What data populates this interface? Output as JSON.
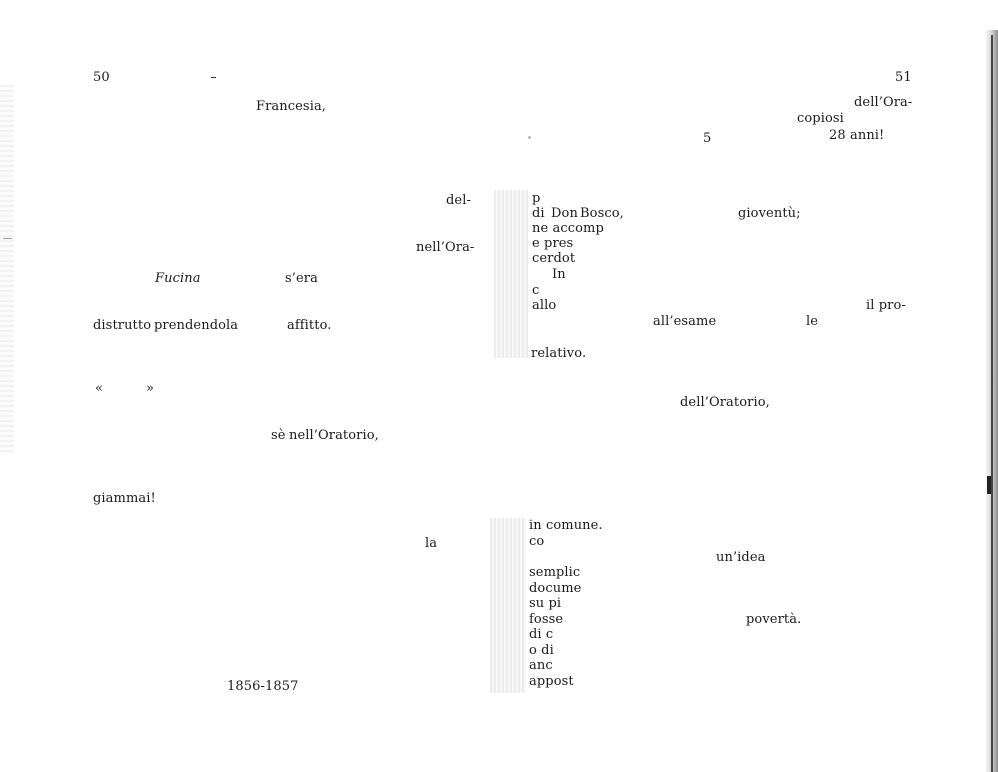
{
  "left_page": {
    "page_number": "50",
    "lines": [
      {
        "id": "l1",
        "text": "Francesia,"
      },
      {
        "id": "l2",
        "text": "del-"
      },
      {
        "id": "l3",
        "text": "nell’Ora-"
      },
      {
        "id": "l4",
        "text": "Fucina"
      },
      {
        "id": "l5",
        "text": "s’era"
      },
      {
        "id": "l6",
        "text": "distrutto"
      },
      {
        "id": "l7",
        "text": "prendendola"
      },
      {
        "id": "l8",
        "text": "affitto."
      },
      {
        "id": "l9",
        "text": "«"
      },
      {
        "id": "l10",
        "text": "»"
      },
      {
        "id": "l11",
        "text": "sè"
      },
      {
        "id": "l12",
        "text": "nell’Oratorio,"
      },
      {
        "id": "l13",
        "text": "giammai!"
      },
      {
        "id": "l14",
        "text": "la"
      },
      {
        "id": "l15",
        "text": "1856-1857"
      }
    ]
  },
  "right_page": {
    "page_number": "51",
    "lines": [
      {
        "id": "r1",
        "text": "dell’Ora-"
      },
      {
        "id": "r2",
        "text": "copiosi"
      },
      {
        "id": "r3",
        "text": "5"
      },
      {
        "id": "r4",
        "text": "28"
      },
      {
        "id": "r5",
        "text": "anni!"
      },
      {
        "id": "r6",
        "text": "p"
      },
      {
        "id": "r7",
        "text": "di"
      },
      {
        "id": "r8",
        "text": "Don"
      },
      {
        "id": "r9",
        "text": "Bosco,"
      },
      {
        "id": "r10",
        "text": "gioventù;"
      },
      {
        "id": "r11",
        "text": "ne accomp"
      },
      {
        "id": "r12",
        "text": "e pres"
      },
      {
        "id": "r13",
        "text": "cerdot"
      },
      {
        "id": "r14",
        "text": "In"
      },
      {
        "id": "r15",
        "text": "c"
      },
      {
        "id": "r16",
        "text": "allo"
      },
      {
        "id": "r17",
        "text": "il pro-"
      },
      {
        "id": "r18",
        "text": "all’esame"
      },
      {
        "id": "r19",
        "text": "le"
      },
      {
        "id": "r20",
        "text": "relativo."
      },
      {
        "id": "r21",
        "text": "dell’Oratorio,"
      },
      {
        "id": "r22",
        "text": "in comune."
      },
      {
        "id": "r23",
        "text": "co"
      },
      {
        "id": "r24",
        "text": "un’idea"
      },
      {
        "id": "r25",
        "text": "semplic"
      },
      {
        "id": "r26",
        "text": "docume"
      },
      {
        "id": "r27",
        "text": "su pi"
      },
      {
        "id": "r28",
        "text": "fosse"
      },
      {
        "id": "r29",
        "text": "povertà."
      },
      {
        "id": "r30",
        "text": "di c"
      },
      {
        "id": "r31",
        "text": "o di"
      },
      {
        "id": "r32",
        "text": "anc"
      },
      {
        "id": "r33",
        "text": "appost"
      }
    ]
  }
}
